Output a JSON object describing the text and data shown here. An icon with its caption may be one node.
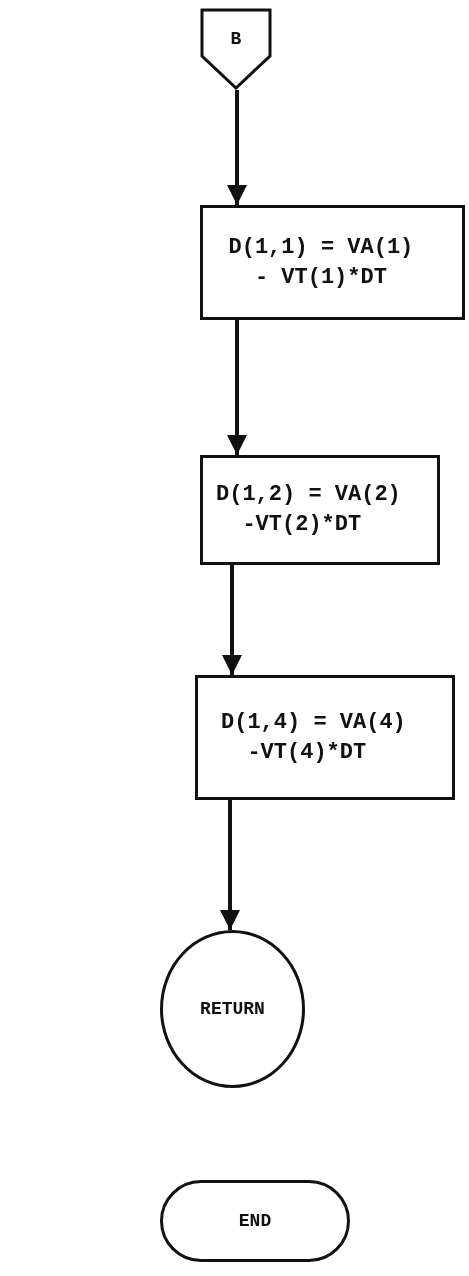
{
  "diagram": {
    "nodes": [
      {
        "text": [
          "B"
        ]
      },
      {
        "text": [
          "D(1,1) = VA(1) - VT(1)*DT"
        ]
      },
      {
        "text": [
          "D(1,2) = VA(2) -VT(2)*DT"
        ]
      },
      {
        "text": [
          "D(1,4) = VA(4) -VT(4)*DT"
        ]
      },
      {
        "text": [
          "RETURN"
        ]
      },
      {
        "text": [
          "END"
        ]
      }
    ],
    "edges": [
      {
        "from": 0,
        "to": 1,
        "arrow": "to"
      },
      {
        "from": 1,
        "to": 2,
        "arrow": "to"
      },
      {
        "from": 2,
        "to": 3,
        "arrow": "to"
      },
      {
        "from": 3,
        "to": 4,
        "arrow": "to"
      }
    ]
  }
}
